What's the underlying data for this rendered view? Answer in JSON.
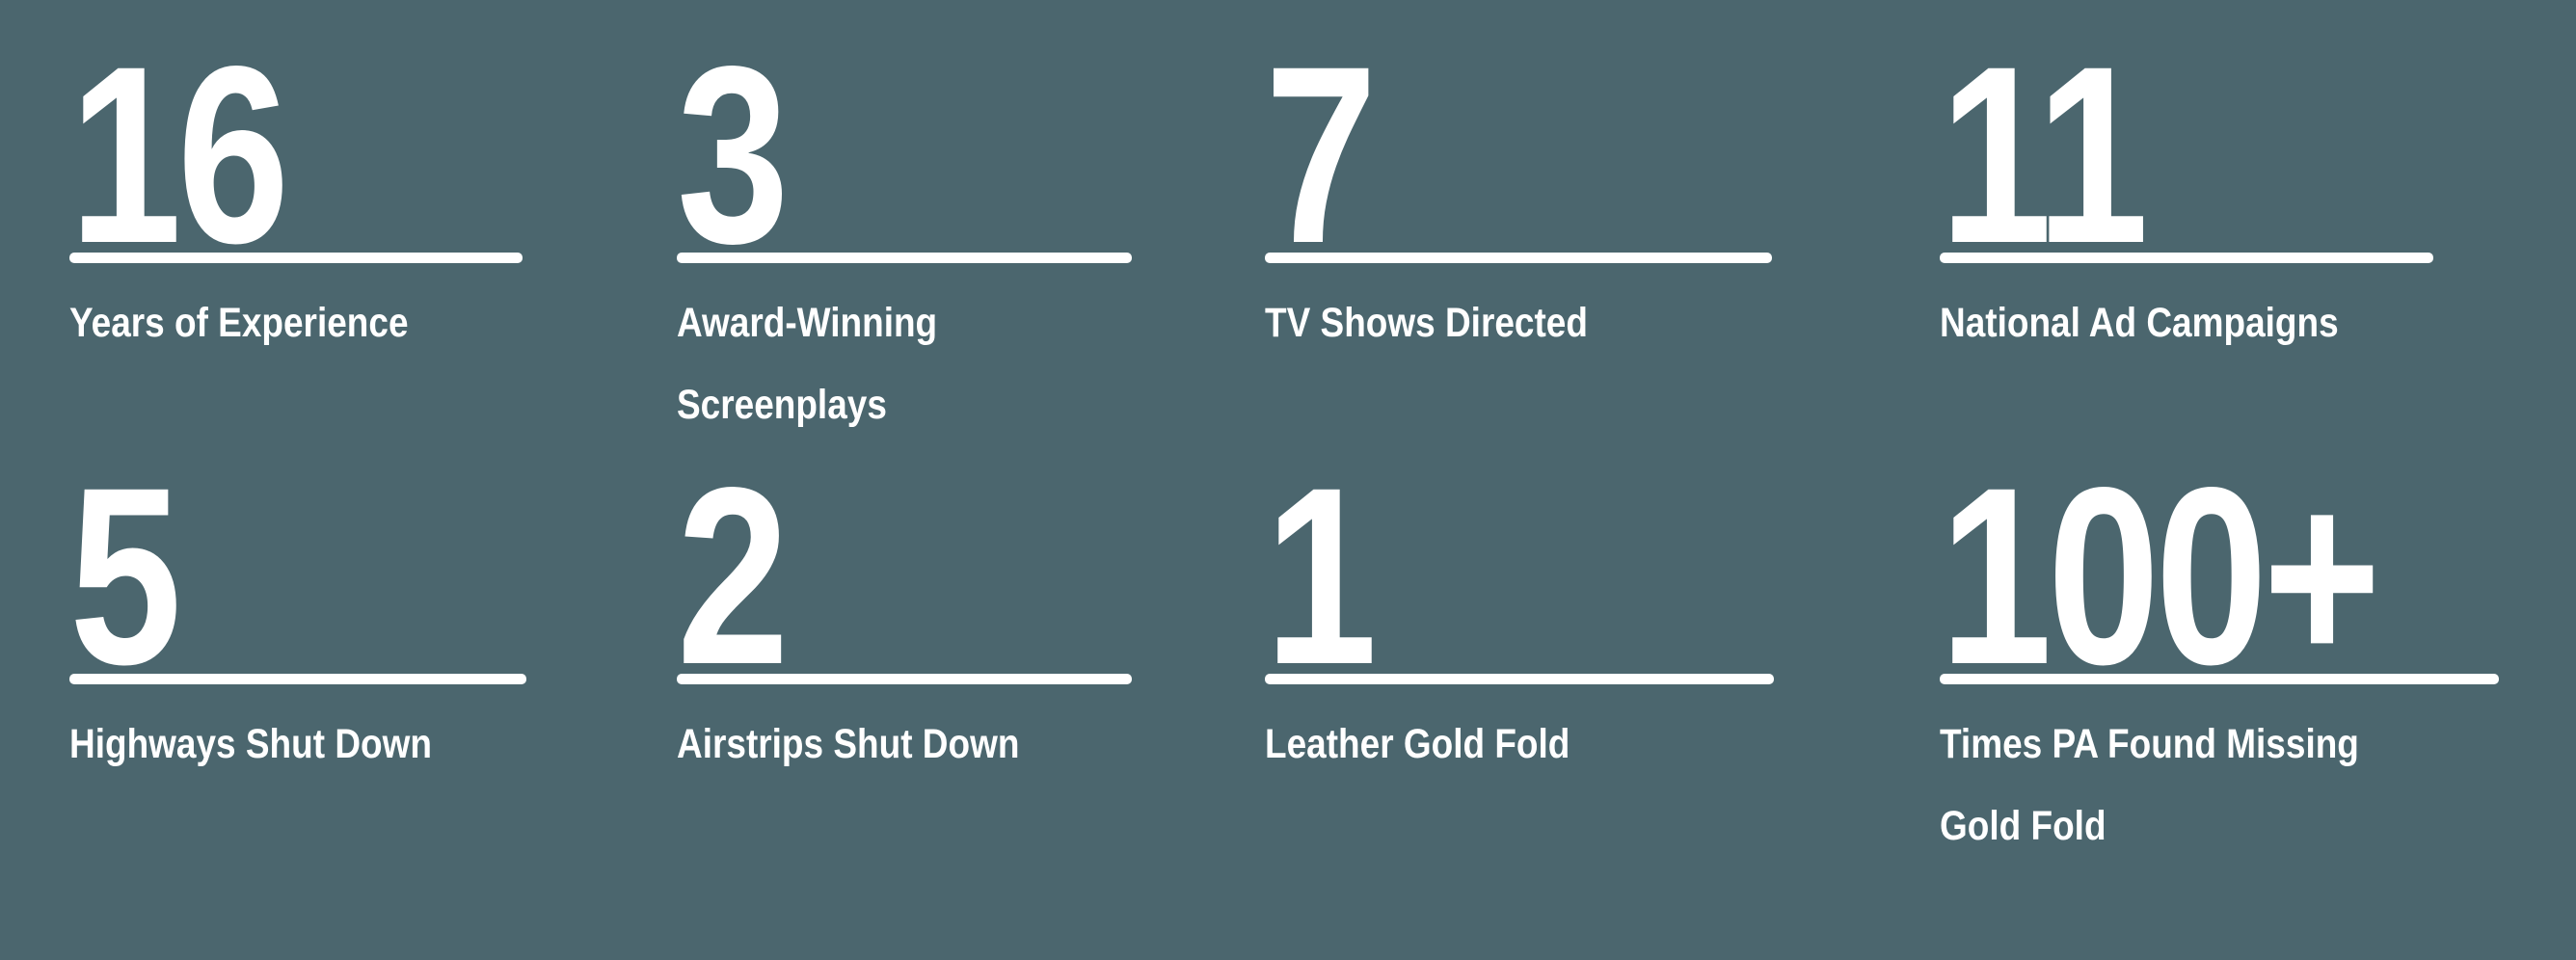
{
  "page": {
    "background_color": "#4b666e",
    "text_color": "#ffffff",
    "accent_rule_color": "#ffffff",
    "layout": "4-column x 2-row statistics grid"
  },
  "stats": [
    {
      "value": "16",
      "label": "Years of Experience",
      "rule": "divider-rule"
    },
    {
      "value": "3",
      "label": "Award-Winning\nScreenplays",
      "rule": "divider-rule"
    },
    {
      "value": "7",
      "label": "TV Shows Directed",
      "rule": "divider-rule"
    },
    {
      "value": "11",
      "label": "National Ad Campaigns",
      "rule": "divider-rule"
    },
    {
      "value": "5",
      "label": "Highways Shut Down",
      "rule": "divider-rule"
    },
    {
      "value": "2",
      "label": "Airstrips Shut Down",
      "rule": "divider-rule"
    },
    {
      "value": "1",
      "label": "Leather Gold Fold",
      "rule": "divider-rule"
    },
    {
      "value": "100+",
      "label": "Times PA Found Missing\nGold Fold",
      "rule": "divider-rule"
    }
  ]
}
